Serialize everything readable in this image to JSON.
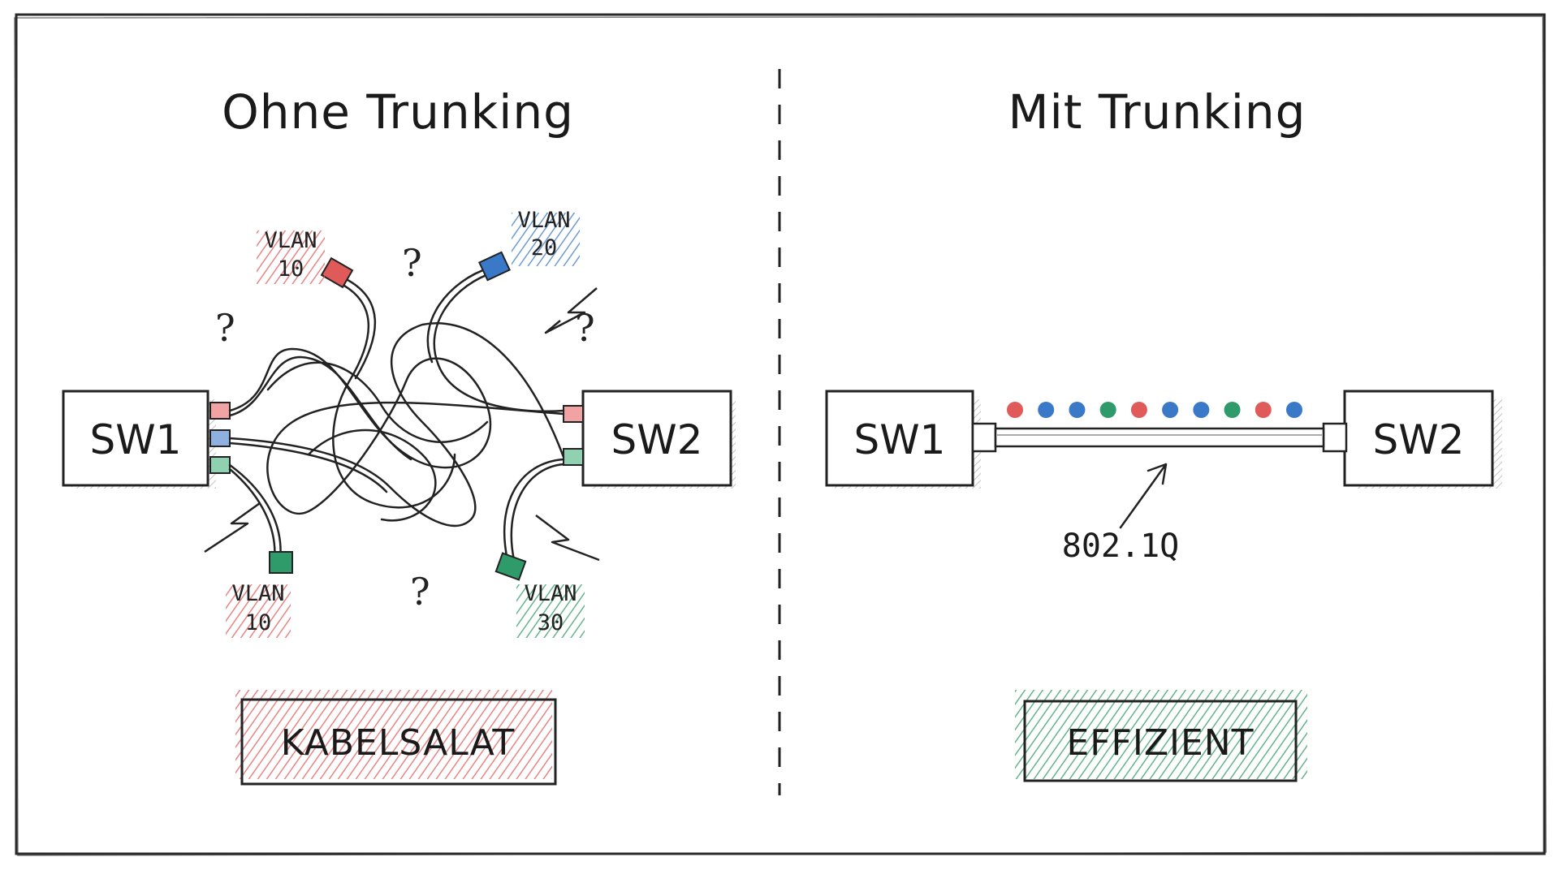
{
  "colors": {
    "ink": "#1d1d1d",
    "vlan10": "#e05a5a",
    "vlan20": "#3a78c8",
    "vlan30": "#2f9a6a",
    "bad": "#e05a5a",
    "good": "#2f9a6a"
  },
  "left": {
    "title": "Ohne Trunking",
    "switch_a": "SW1",
    "switch_b": "SW2",
    "labels": [
      {
        "line1": "VLAN",
        "line2": "10",
        "color": "#e05a5a"
      },
      {
        "line1": "VLAN",
        "line2": "20",
        "color": "#3a78c8"
      },
      {
        "line1": "VLAN",
        "line2": "10",
        "color": "#e05a5a"
      },
      {
        "line1": "VLAN",
        "line2": "30",
        "color": "#2f9a6a"
      }
    ],
    "question_mark": "?",
    "badge": "KABELSALAT"
  },
  "right": {
    "title": "Mit Trunking",
    "switch_a": "SW1",
    "switch_b": "SW2",
    "protocol": "802.1Q",
    "badge": "EFFIZIENT",
    "frame_colors": [
      "#e05a5a",
      "#3a78c8",
      "#3a78c8",
      "#2f9a6a",
      "#e05a5a",
      "#3a78c8",
      "#3a78c8",
      "#2f9a6a",
      "#e05a5a",
      "#3a78c8"
    ]
  }
}
